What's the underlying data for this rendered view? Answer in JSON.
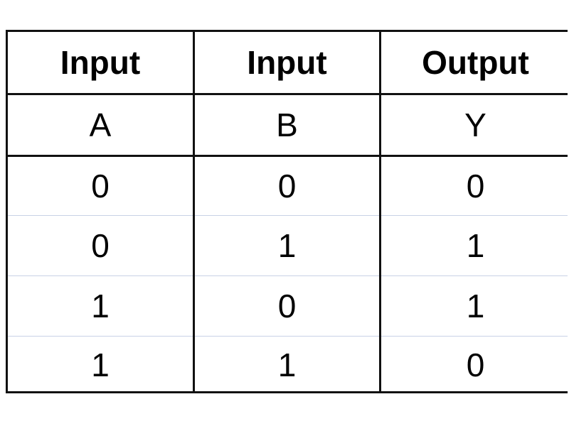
{
  "table": {
    "headers": [
      "Input",
      "Input",
      "Output"
    ],
    "labels": [
      "A",
      "B",
      "Y"
    ],
    "rows": [
      [
        "0",
        "0",
        "0"
      ],
      [
        "0",
        "1",
        "1"
      ],
      [
        "1",
        "0",
        "1"
      ],
      [
        "1",
        "1",
        "0"
      ]
    ]
  }
}
